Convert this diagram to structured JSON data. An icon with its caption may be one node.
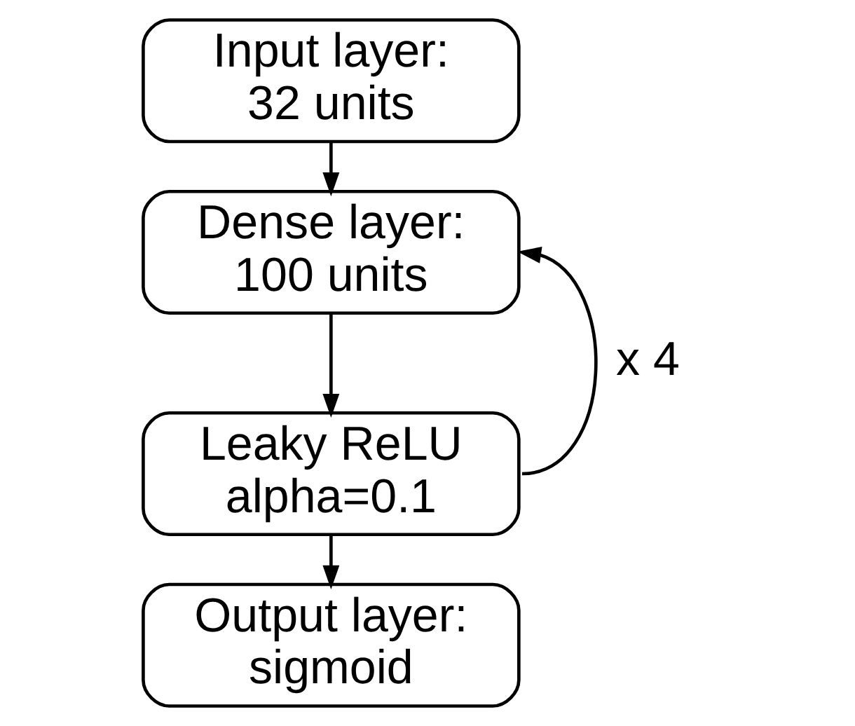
{
  "diagram": {
    "nodes": [
      {
        "text": [
          "Input layer: 32 units"
        ]
      },
      {
        "text": [
          "Dense layer: 100 units"
        ]
      },
      {
        "text": [
          "Leaky ReLU alpha=0.1"
        ]
      },
      {
        "text": [
          "Output layer: sigmoid"
        ]
      }
    ],
    "edges": [
      {
        "from": 0,
        "to": 1,
        "arrow": "to"
      },
      {
        "from": 1,
        "to": 2,
        "arrow": "to"
      },
      {
        "from": 2,
        "to": 3,
        "arrow": "to"
      },
      {
        "from": 2,
        "to": 1,
        "arrow": "to",
        "label": "x 4"
      }
    ]
  }
}
